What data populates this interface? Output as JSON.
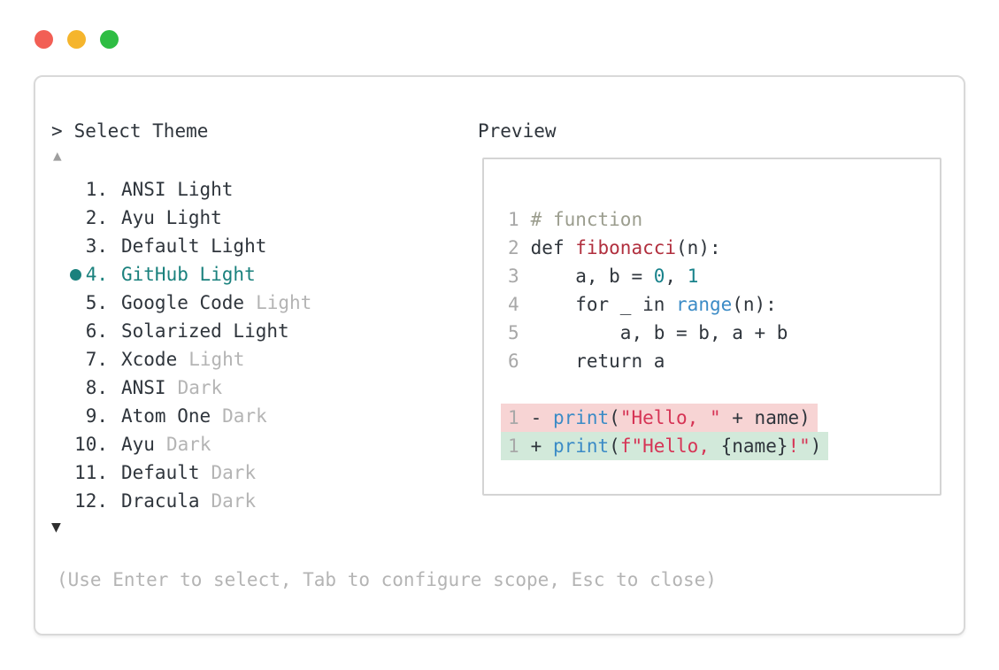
{
  "window": {
    "traffic_lights": [
      {
        "name": "close",
        "color": "#f25f55"
      },
      {
        "name": "minimize",
        "color": "#f5b52d"
      },
      {
        "name": "zoom",
        "color": "#2ebd43"
      }
    ]
  },
  "picker": {
    "prompt_symbol": ">",
    "prompt_label": "Select Theme",
    "scroll_up_symbol": "▲",
    "scroll_down_symbol": "▼",
    "items": [
      {
        "number": "1.",
        "name": "ANSI Light",
        "suffix": "",
        "selected": false
      },
      {
        "number": "2.",
        "name": "Ayu Light",
        "suffix": "",
        "selected": false
      },
      {
        "number": "3.",
        "name": "Default Light",
        "suffix": "",
        "selected": false
      },
      {
        "number": "4.",
        "name": "GitHub Light",
        "suffix": "",
        "selected": true
      },
      {
        "number": "5.",
        "name": "Google Code",
        "suffix": "Light",
        "selected": false
      },
      {
        "number": "6.",
        "name": "Solarized Light",
        "suffix": "",
        "selected": false
      },
      {
        "number": "7.",
        "name": "Xcode",
        "suffix": "Light",
        "selected": false
      },
      {
        "number": "8.",
        "name": "ANSI",
        "suffix": "Dark",
        "selected": false
      },
      {
        "number": "9.",
        "name": "Atom One",
        "suffix": "Dark",
        "selected": false
      },
      {
        "number": "10.",
        "name": "Ayu",
        "suffix": "Dark",
        "selected": false
      },
      {
        "number": "11.",
        "name": "Default",
        "suffix": "Dark",
        "selected": false
      },
      {
        "number": "12.",
        "name": "Dracula",
        "suffix": "Dark",
        "selected": false
      }
    ],
    "hint": "(Use Enter to select, Tab to configure scope, Esc to close)"
  },
  "preview": {
    "title": "Preview",
    "lines": [
      {
        "kind": "code",
        "number": "1",
        "tokens": [
          {
            "t": "# function",
            "c": "comment"
          }
        ]
      },
      {
        "kind": "code",
        "number": "2",
        "tokens": [
          {
            "t": "def ",
            "c": "plain"
          },
          {
            "t": "fibonacci",
            "c": "func"
          },
          {
            "t": "(n):",
            "c": "plain"
          }
        ]
      },
      {
        "kind": "code",
        "number": "3",
        "tokens": [
          {
            "t": "    a, b = ",
            "c": "plain"
          },
          {
            "t": "0",
            "c": "number"
          },
          {
            "t": ", ",
            "c": "plain"
          },
          {
            "t": "1",
            "c": "number"
          }
        ]
      },
      {
        "kind": "code",
        "number": "4",
        "tokens": [
          {
            "t": "    for _ in ",
            "c": "plain"
          },
          {
            "t": "range",
            "c": "builtin"
          },
          {
            "t": "(n):",
            "c": "plain"
          }
        ]
      },
      {
        "kind": "code",
        "number": "5",
        "tokens": [
          {
            "t": "        a, b = b, a + b",
            "c": "plain"
          }
        ]
      },
      {
        "kind": "code",
        "number": "6",
        "tokens": [
          {
            "t": "    return a",
            "c": "plain"
          }
        ]
      },
      {
        "kind": "blank",
        "number": "",
        "tokens": []
      },
      {
        "kind": "removed",
        "number": "1",
        "tokens": [
          {
            "t": "- ",
            "c": "plain"
          },
          {
            "t": "print",
            "c": "builtin"
          },
          {
            "t": "(",
            "c": "plain"
          },
          {
            "t": "\"Hello, \"",
            "c": "string"
          },
          {
            "t": " + name)",
            "c": "plain"
          }
        ]
      },
      {
        "kind": "added",
        "number": "1",
        "tokens": [
          {
            "t": "+ ",
            "c": "plain"
          },
          {
            "t": "print",
            "c": "builtin"
          },
          {
            "t": "(",
            "c": "plain"
          },
          {
            "t": "f\"Hello, ",
            "c": "string"
          },
          {
            "t": "{name}",
            "c": "plain"
          },
          {
            "t": "!\"",
            "c": "string"
          },
          {
            "t": ")",
            "c": "plain"
          }
        ]
      }
    ]
  },
  "colors": {
    "selected_teal": "#1a817d",
    "string_red": "#d63455",
    "func_red": "#b12f3e",
    "builtin_blue": "#3b8bc6",
    "number_teal": "#18828b",
    "comment_gray": "#9b9d8e",
    "removed_bg": "#f7d4d4",
    "added_bg": "#d2e9da"
  }
}
